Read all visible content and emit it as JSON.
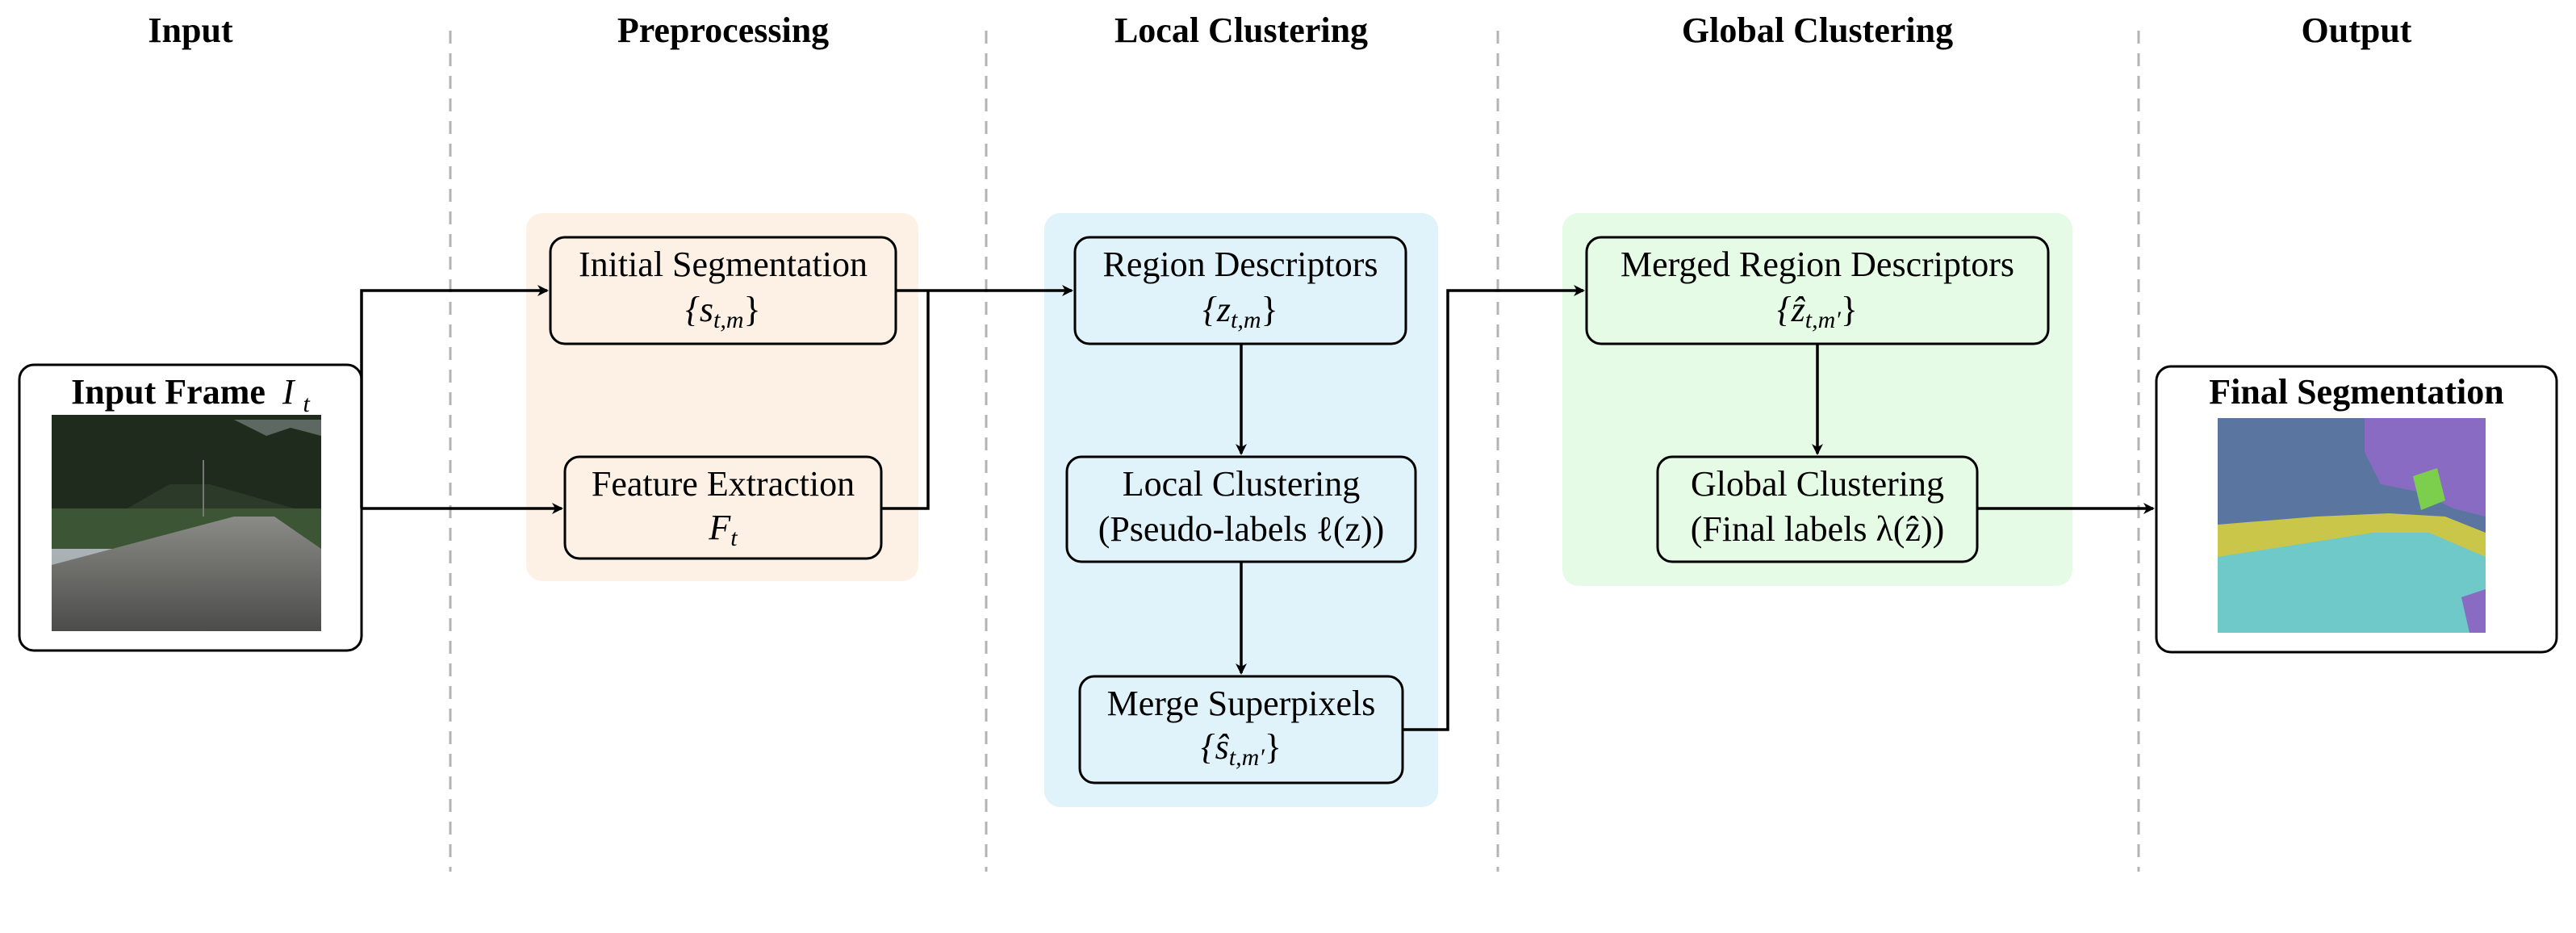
{
  "columns": {
    "input": "Input",
    "preprocessing": "Preprocessing",
    "local": "Local Clustering",
    "global": "Global Clustering",
    "output": "Output"
  },
  "nodes": {
    "input_frame": {
      "title": "Input Frame",
      "symbol": "I",
      "subscript": "t"
    },
    "initial_segmentation": {
      "title": "Initial Segmentation",
      "formula": "{s",
      "sub": "t,m",
      "close": "}"
    },
    "feature_extraction": {
      "title": "Feature Extraction",
      "symbol": "F",
      "subscript": "t"
    },
    "region_descriptors": {
      "title": "Region Descriptors",
      "formula": "{z",
      "sub": "t,m",
      "close": "}"
    },
    "local_clustering": {
      "title": "Local Clustering",
      "line2": "(Pseudo-labels ℓ(z))"
    },
    "merge_superpixels": {
      "title": "Merge Superpixels",
      "formula": "{ŝ",
      "sub": "t,m′",
      "close": "}"
    },
    "merged_region_descriptors": {
      "title": "Merged Region Descriptors",
      "formula": "{ẑ",
      "sub": "t,m′",
      "close": "}"
    },
    "global_clustering": {
      "title": "Global Clustering",
      "line2": "(Final labels λ(ẑ))"
    },
    "final_segmentation": {
      "title": "Final Segmentation"
    }
  },
  "colors": {
    "preprocessing_bg": "#fdf1e5",
    "local_bg": "#e0f2fa",
    "global_bg": "#e5fbe5",
    "divider": "#b3b3b3"
  }
}
